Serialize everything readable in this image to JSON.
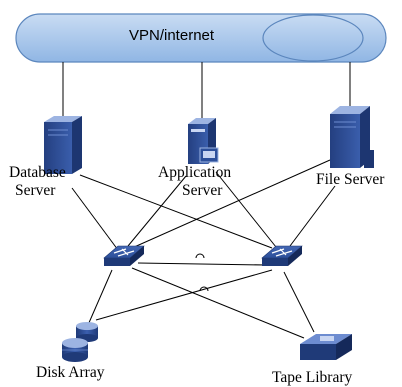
{
  "cloud": {
    "label": "VPN/internet"
  },
  "servers": {
    "database": {
      "line1": "Database",
      "line2": "Server"
    },
    "application": {
      "line1": "Application",
      "line2": "Server"
    },
    "file": {
      "label": "File Server"
    }
  },
  "storage": {
    "disk": {
      "label": "Disk Array"
    },
    "tape": {
      "label": "Tape Library"
    }
  },
  "colors": {
    "cloud_fill": "#a6c6ea",
    "cloud_stroke": "#5b86bd",
    "device_fill": "#2c4f9a",
    "device_light": "#9db4e2",
    "line": "#000000"
  },
  "icons": [
    "server-icon",
    "switch-icon",
    "disk-array-icon",
    "tape-library-icon"
  ]
}
